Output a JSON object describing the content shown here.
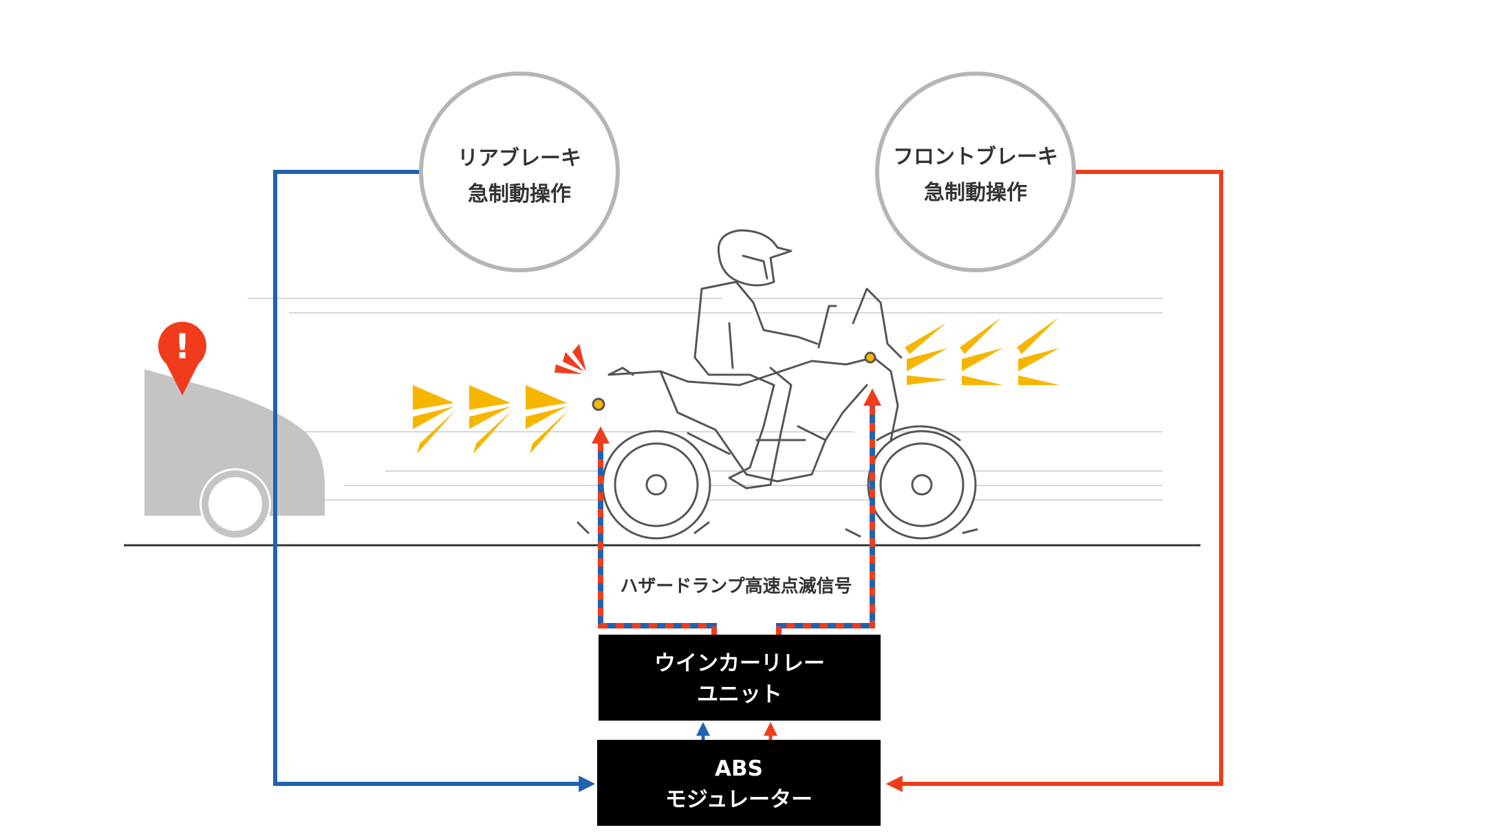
{
  "diagram": {
    "rear_brake": {
      "line1": "リアブレーキ",
      "line2": "急制動操作"
    },
    "front_brake": {
      "line1": "フロントブレーキ",
      "line2": "急制動操作"
    },
    "signal_label": "ハザードランプ高速点滅信号",
    "relay_unit": {
      "line1": "ウインカーリレー",
      "line2": "ユニット"
    },
    "abs_unit": {
      "line1": "ABS",
      "line2": "モジュレーター"
    },
    "alert_symbol": "!",
    "colors": {
      "rear_line": "#1f63b0",
      "front_line": "#f03c1c",
      "hazard": "#f6b600",
      "circle_stroke": "#b5b5b5",
      "box_fill": "#000000",
      "car_fill": "#c4c4c4",
      "alert_fill": "#f03c1c"
    }
  }
}
